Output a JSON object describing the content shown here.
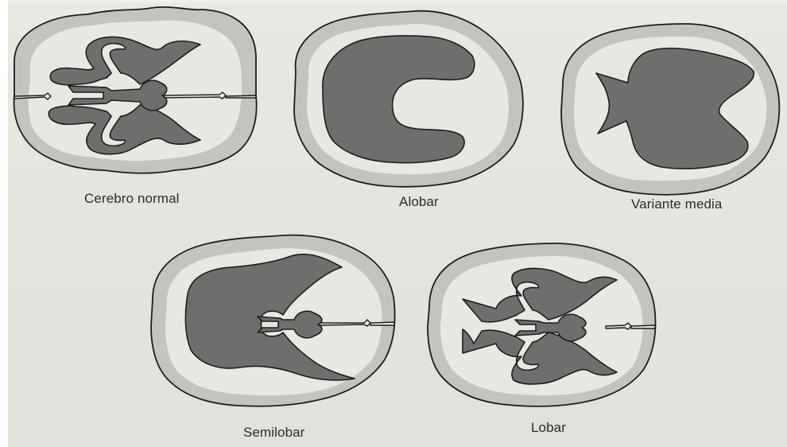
{
  "diagram": {
    "panels": [
      {
        "id": "normal",
        "label": "Cerebro normal"
      },
      {
        "id": "alobar",
        "label": "Alobar"
      },
      {
        "id": "variante",
        "label": "Variante media"
      },
      {
        "id": "semilobar",
        "label": "Semilobar"
      },
      {
        "id": "lobar",
        "label": "Lobar"
      }
    ]
  },
  "colors": {
    "background": "#e6e4df",
    "skull": "#c4c3c0",
    "brain": "#e8e7e3",
    "ventricle": "#6e6e6c",
    "outline": "#1d1d1d"
  }
}
